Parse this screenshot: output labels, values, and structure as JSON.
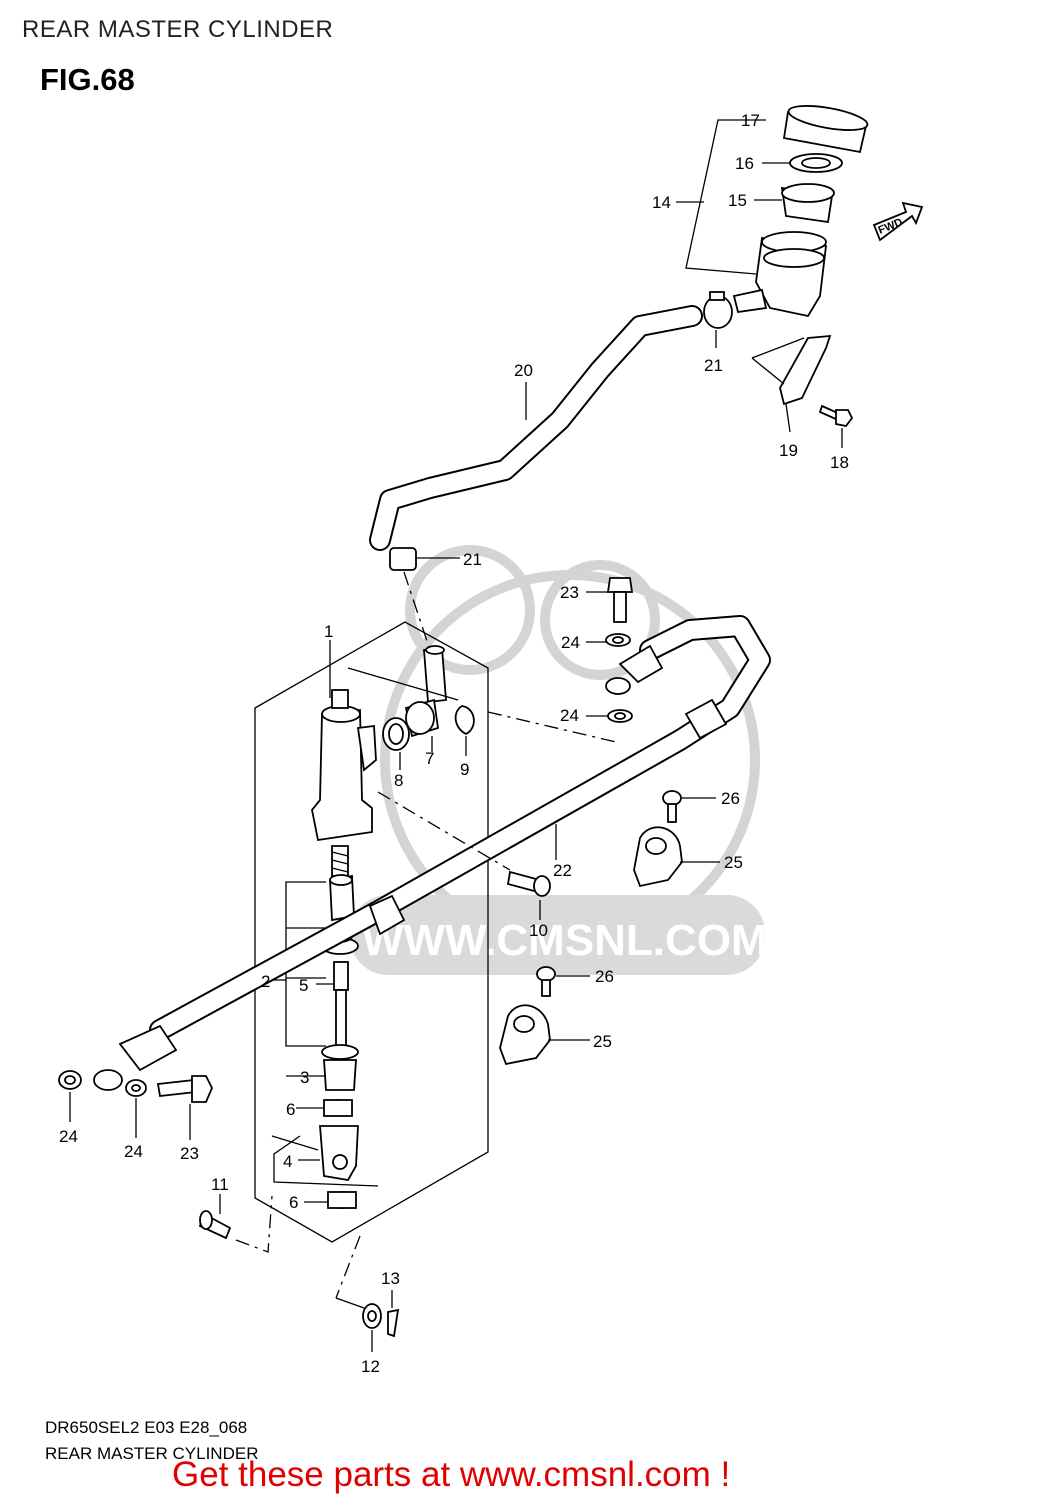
{
  "header": {
    "title": "REAR MASTER CYLINDER",
    "figure": "FIG.68"
  },
  "badge": {
    "label": "FWD"
  },
  "watermark": {
    "text": "WWW.CMSNL.COM"
  },
  "labels": {
    "p1": "1",
    "p2": "2",
    "p3": "3",
    "p4": "4",
    "p5": "5",
    "p6a": "6",
    "p6b": "6",
    "p7": "7",
    "p8": "8",
    "p9": "9",
    "p10": "10",
    "p11": "11",
    "p12": "12",
    "p13": "13",
    "p14": "14",
    "p15": "15",
    "p16": "16",
    "p17": "17",
    "p18": "18",
    "p19": "19",
    "p20": "20",
    "p21a": "21",
    "p21b": "21",
    "p22": "22",
    "p23a": "23",
    "p23b": "23",
    "p24a": "24",
    "p24b": "24",
    "p24c": "24",
    "p24d": "24",
    "p25a": "25",
    "p25b": "25",
    "p26a": "26",
    "p26b": "26"
  },
  "footer": {
    "code": "DR650SEL2 E03 E28_068",
    "name": "REAR MASTER CYLINDER",
    "cta": "Get these parts at www.cmsnl.com !",
    "cta_color": "#e00000"
  }
}
